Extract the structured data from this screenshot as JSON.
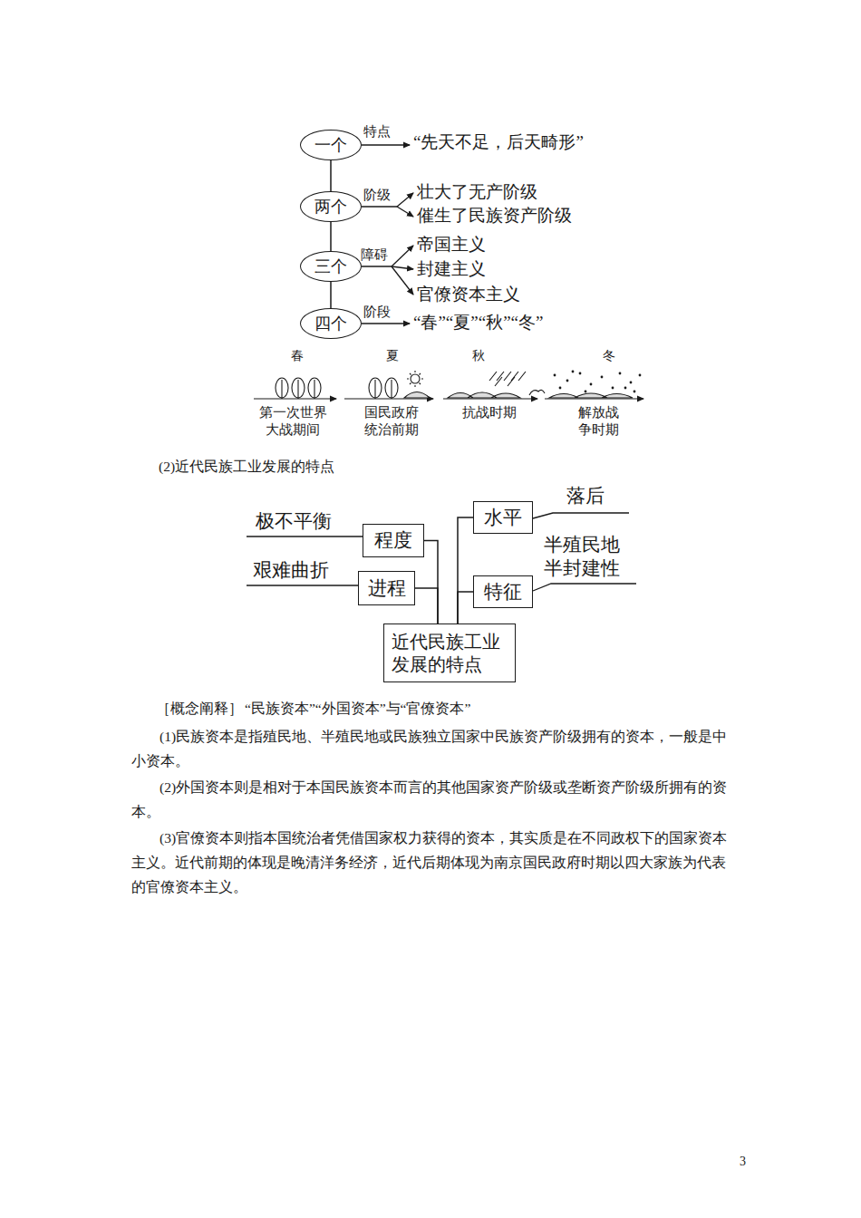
{
  "diagram": {
    "nodes": [
      {
        "text": [
          "一个"
        ]
      },
      {
        "text": [
          "两个"
        ]
      },
      {
        "text": [
          "三个"
        ]
      },
      {
        "text": [
          "四个"
        ]
      },
      {
        "text": [
          "程度"
        ]
      },
      {
        "text": [
          "水平"
        ]
      },
      {
        "text": [
          "进程"
        ]
      },
      {
        "text": [
          "特征"
        ]
      },
      {
        "text": [
          "近代民族工业 发展的特点"
        ]
      }
    ],
    "edges": [
      {
        "from": 0,
        "to": 1,
        "arrow": "none"
      },
      {
        "from": 1,
        "to": 2,
        "arrow": "none"
      },
      {
        "from": 2,
        "to": 3,
        "arrow": "none"
      },
      {
        "from": 4,
        "to": 8,
        "arrow": "none"
      },
      {
        "from": 5,
        "to": 8,
        "arrow": "none"
      },
      {
        "from": 6,
        "to": 8,
        "arrow": "none"
      },
      {
        "from": 7,
        "to": 8,
        "arrow": "none"
      }
    ],
    "labels": [
      "特点",
      "“先天不足，后天畸形”",
      "阶级",
      "壮大了无产阶级",
      "催生了民族资产阶级",
      "障碍",
      "帝国主义",
      "封建主义",
      "官僚资本主义",
      "阶段",
      "“春”“夏”“秋”“冬”",
      "春",
      "夏",
      "秋",
      "冬",
      "第一次世界 大战期间",
      "国民政府 统治前期",
      "抗战时期",
      "解放战 争时期",
      "(2)近代民族工业发展的特点",
      "极不平衡",
      "艰难曲折",
      "落后",
      "半殖民地 半封建性",
      "［概念阐释］",
      "“民族资本”“外国资本”与“官僚资本”",
      "(1)民族资本是指殖民地、半殖民地或民族独立国家中民族资产阶级拥有的资本，一般是中小资本。",
      "(2)外国资本则是相对于本国民族资本而言的其他国家资产阶级或垄断资产阶级所拥有的资本。",
      "(3)官僚资本则指本国统治者凭借国家权力获得的资本，其实质是在不同政权下的国家资本主义。近代前期的体现是晚清洋务经济，近代后期体现为南京国民政府时期以四大家族为代表的官僚资本主义。",
      "3"
    ]
  }
}
